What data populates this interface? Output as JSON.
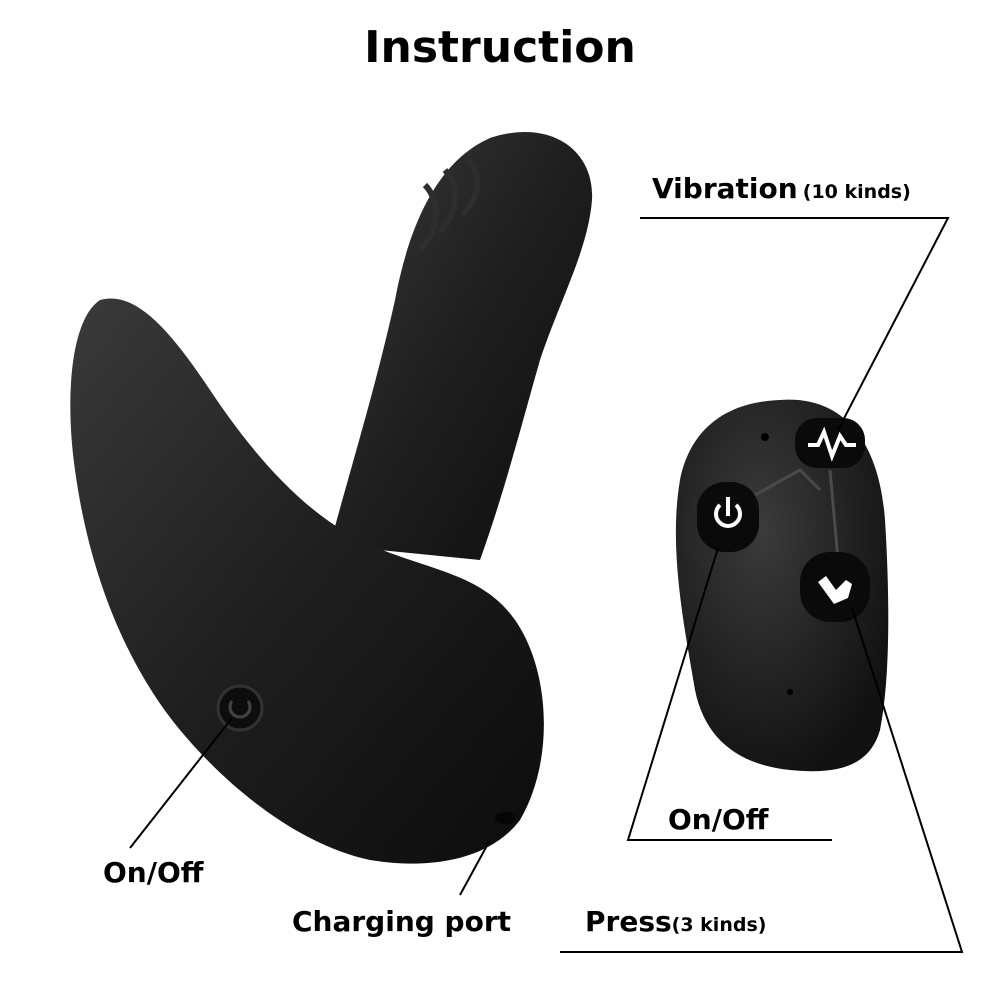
{
  "title": "Instruction",
  "labels": {
    "vibration": "Vibration",
    "vibration_detail": "(10 kinds)",
    "remote_onoff": "On/Off",
    "press": "Press",
    "press_detail": "(3 kinds)",
    "device_onoff": "On/Off",
    "charging_port": "Charging port"
  },
  "icons": [
    "wave-icon",
    "power-icon",
    "hand-icon"
  ],
  "colors": {
    "product": "#1c1c1c",
    "buttons": "#0a0a0a",
    "icon": "#ffffff"
  }
}
